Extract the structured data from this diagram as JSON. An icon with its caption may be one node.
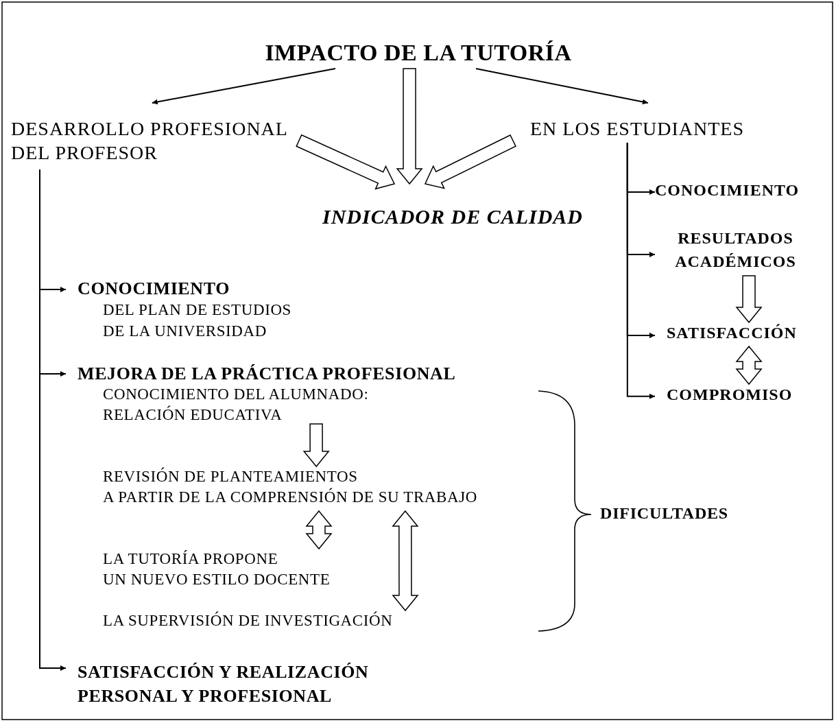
{
  "diagram": {
    "nodes": [
      {
        "text": [
          "IMPACTO DE LA TUTORÍA"
        ]
      },
      {
        "text": [
          "DESARROLLO PROFESIONAL DEL PROFESOR"
        ]
      },
      {
        "text": [
          "EN LOS ESTUDIANTES"
        ]
      },
      {
        "text": [
          "INDICADOR DE CALIDAD"
        ]
      },
      {
        "text": [
          "CONOCIMIENTO",
          "DEL PLAN DE ESTUDIOS DE LA UNIVERSIDAD"
        ]
      },
      {
        "text": [
          "MEJORA DE LA PRÁCTICA PROFESIONAL"
        ]
      },
      {
        "text": [
          "CONOCIMIENTO DEL ALUMNADO: RELACIÓN EDUCATIVA"
        ]
      },
      {
        "text": [
          "REVISIÓN DE PLANTEAMIENTOS A PARTIR DE LA COMPRENSIÓN DE SU TRABAJO"
        ]
      },
      {
        "text": [
          "LA TUTORÍA PROPONE UN NUEVO ESTILO DOCENTE"
        ]
      },
      {
        "text": [
          "LA SUPERVISIÓN DE INVESTIGACIÓN"
        ]
      },
      {
        "text": [
          "SATISFACCIÓN Y REALIZACIÓN PERSONAL Y PROFESIONAL"
        ]
      },
      {
        "text": [
          "DIFICULTADES"
        ]
      },
      {
        "text": [
          "CONOCIMIENTO"
        ]
      },
      {
        "text": [
          "RESULTADOS ACADÉMICOS"
        ]
      },
      {
        "text": [
          "SATISFACCIÓN"
        ]
      },
      {
        "text": [
          "COMPROMISO"
        ]
      }
    ],
    "edges": [
      {
        "from": 0,
        "to": 1,
        "arrow": "to"
      },
      {
        "from": 0,
        "to": 2,
        "arrow": "to"
      },
      {
        "from": 0,
        "to": 3,
        "arrow": "to",
        "style": "thick"
      },
      {
        "from": 1,
        "to": 3,
        "arrow": "to",
        "style": "thick"
      },
      {
        "from": 2,
        "to": 3,
        "arrow": "to",
        "style": "thick"
      },
      {
        "from": 1,
        "to": 4,
        "arrow": "to"
      },
      {
        "from": 1,
        "to": 5,
        "arrow": "to"
      },
      {
        "from": 1,
        "to": 10,
        "arrow": "to"
      },
      {
        "from": 2,
        "to": 12,
        "arrow": "to"
      },
      {
        "from": 2,
        "to": 13,
        "arrow": "to"
      },
      {
        "from": 2,
        "to": 14,
        "arrow": "to"
      },
      {
        "from": 2,
        "to": 15,
        "arrow": "to"
      },
      {
        "from": 6,
        "to": 7,
        "arrow": "to",
        "style": "thick"
      },
      {
        "from": 7,
        "to": 8,
        "arrow": "both",
        "style": "thick"
      },
      {
        "from": 7,
        "to": 9,
        "arrow": "both",
        "style": "thick"
      },
      {
        "from": 13,
        "to": 14,
        "arrow": "to",
        "style": "thick"
      },
      {
        "from": 14,
        "to": 15,
        "arrow": "both",
        "style": "thick"
      }
    ]
  }
}
